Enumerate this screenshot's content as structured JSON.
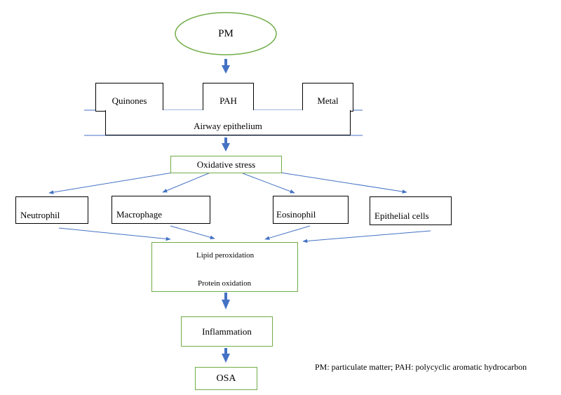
{
  "nodes": {
    "pm": "PM",
    "quinones": "Quinones",
    "pah": "PAH",
    "metal": "Metal",
    "airway": "Airway epithelium",
    "oxidative": "Oxidative stress",
    "neutrophil": "Neutrophil",
    "macrophage": "Macrophage",
    "eosinophil": "Eosinophil",
    "epithelial": "Epithelial cells",
    "lipid": "Lipid peroxidation",
    "protein": "Protein oxidation",
    "inflammation": "Inflammation",
    "osa": "OSA"
  },
  "footnote": "PM: particulate matter; PAH: polycyclic aromatic hydrocarbon",
  "colors": {
    "green_border": "#70ad47",
    "arrow_blue": "#4472c4",
    "black_border": "#000000"
  }
}
